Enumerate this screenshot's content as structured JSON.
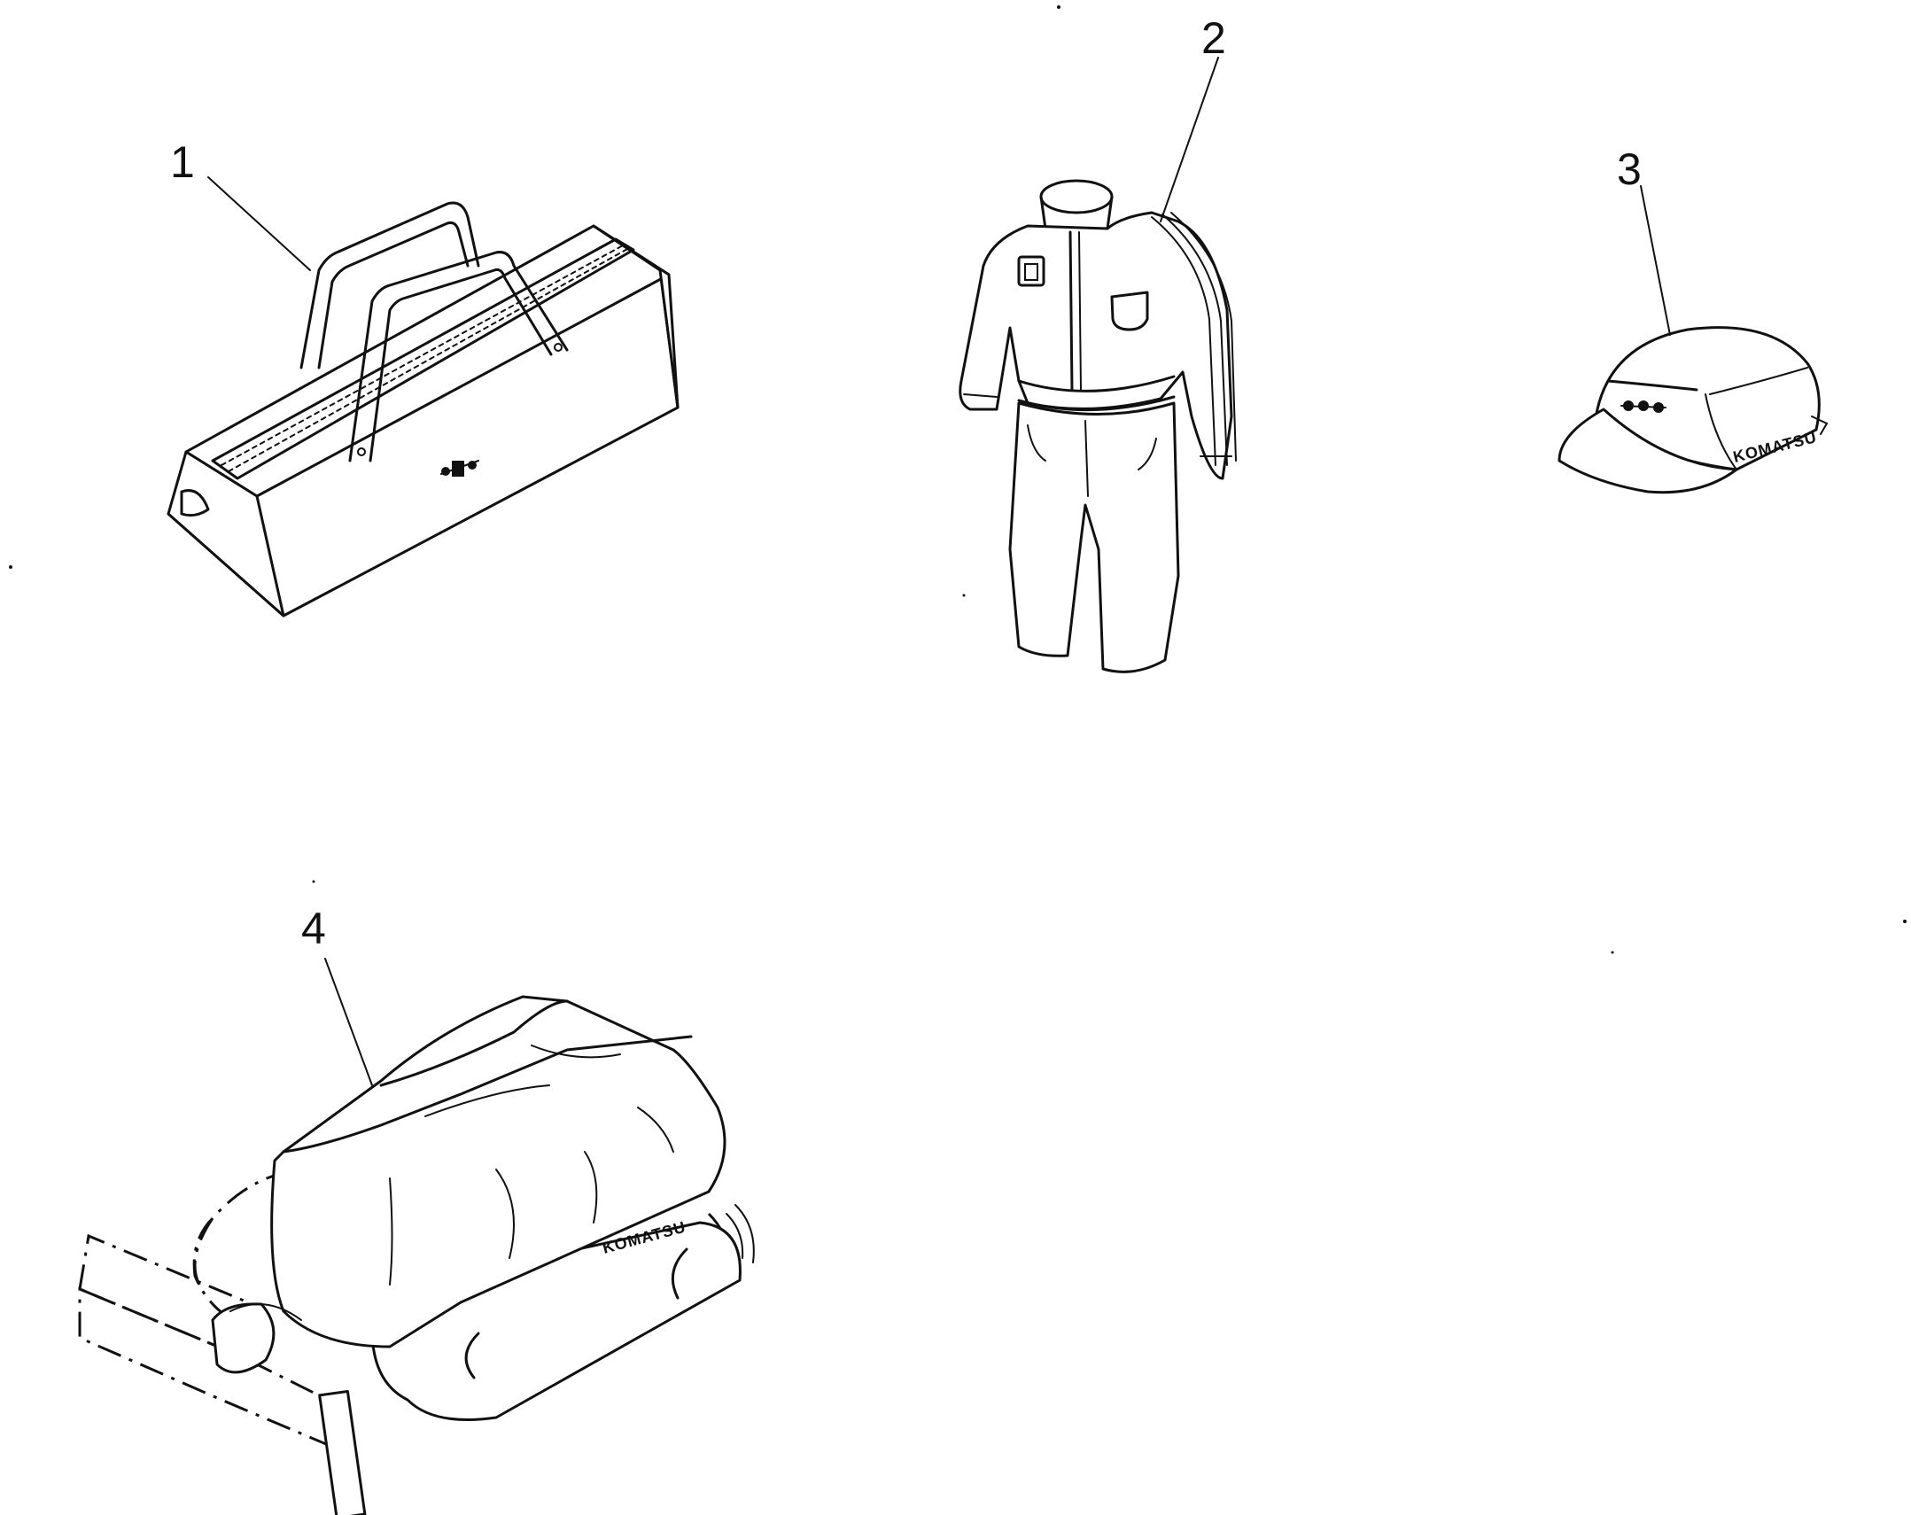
{
  "callouts": [
    {
      "number": "1",
      "item": "tool-bag"
    },
    {
      "number": "2",
      "item": "coverall"
    },
    {
      "number": "3",
      "item": "cap"
    },
    {
      "number": "4",
      "item": "machine-cover"
    }
  ],
  "brand_marks": {
    "cap_text": "KOMATSU",
    "cover_text": "KOMATSU"
  },
  "colors": {
    "line": "#111111",
    "background": "#ffffff"
  }
}
